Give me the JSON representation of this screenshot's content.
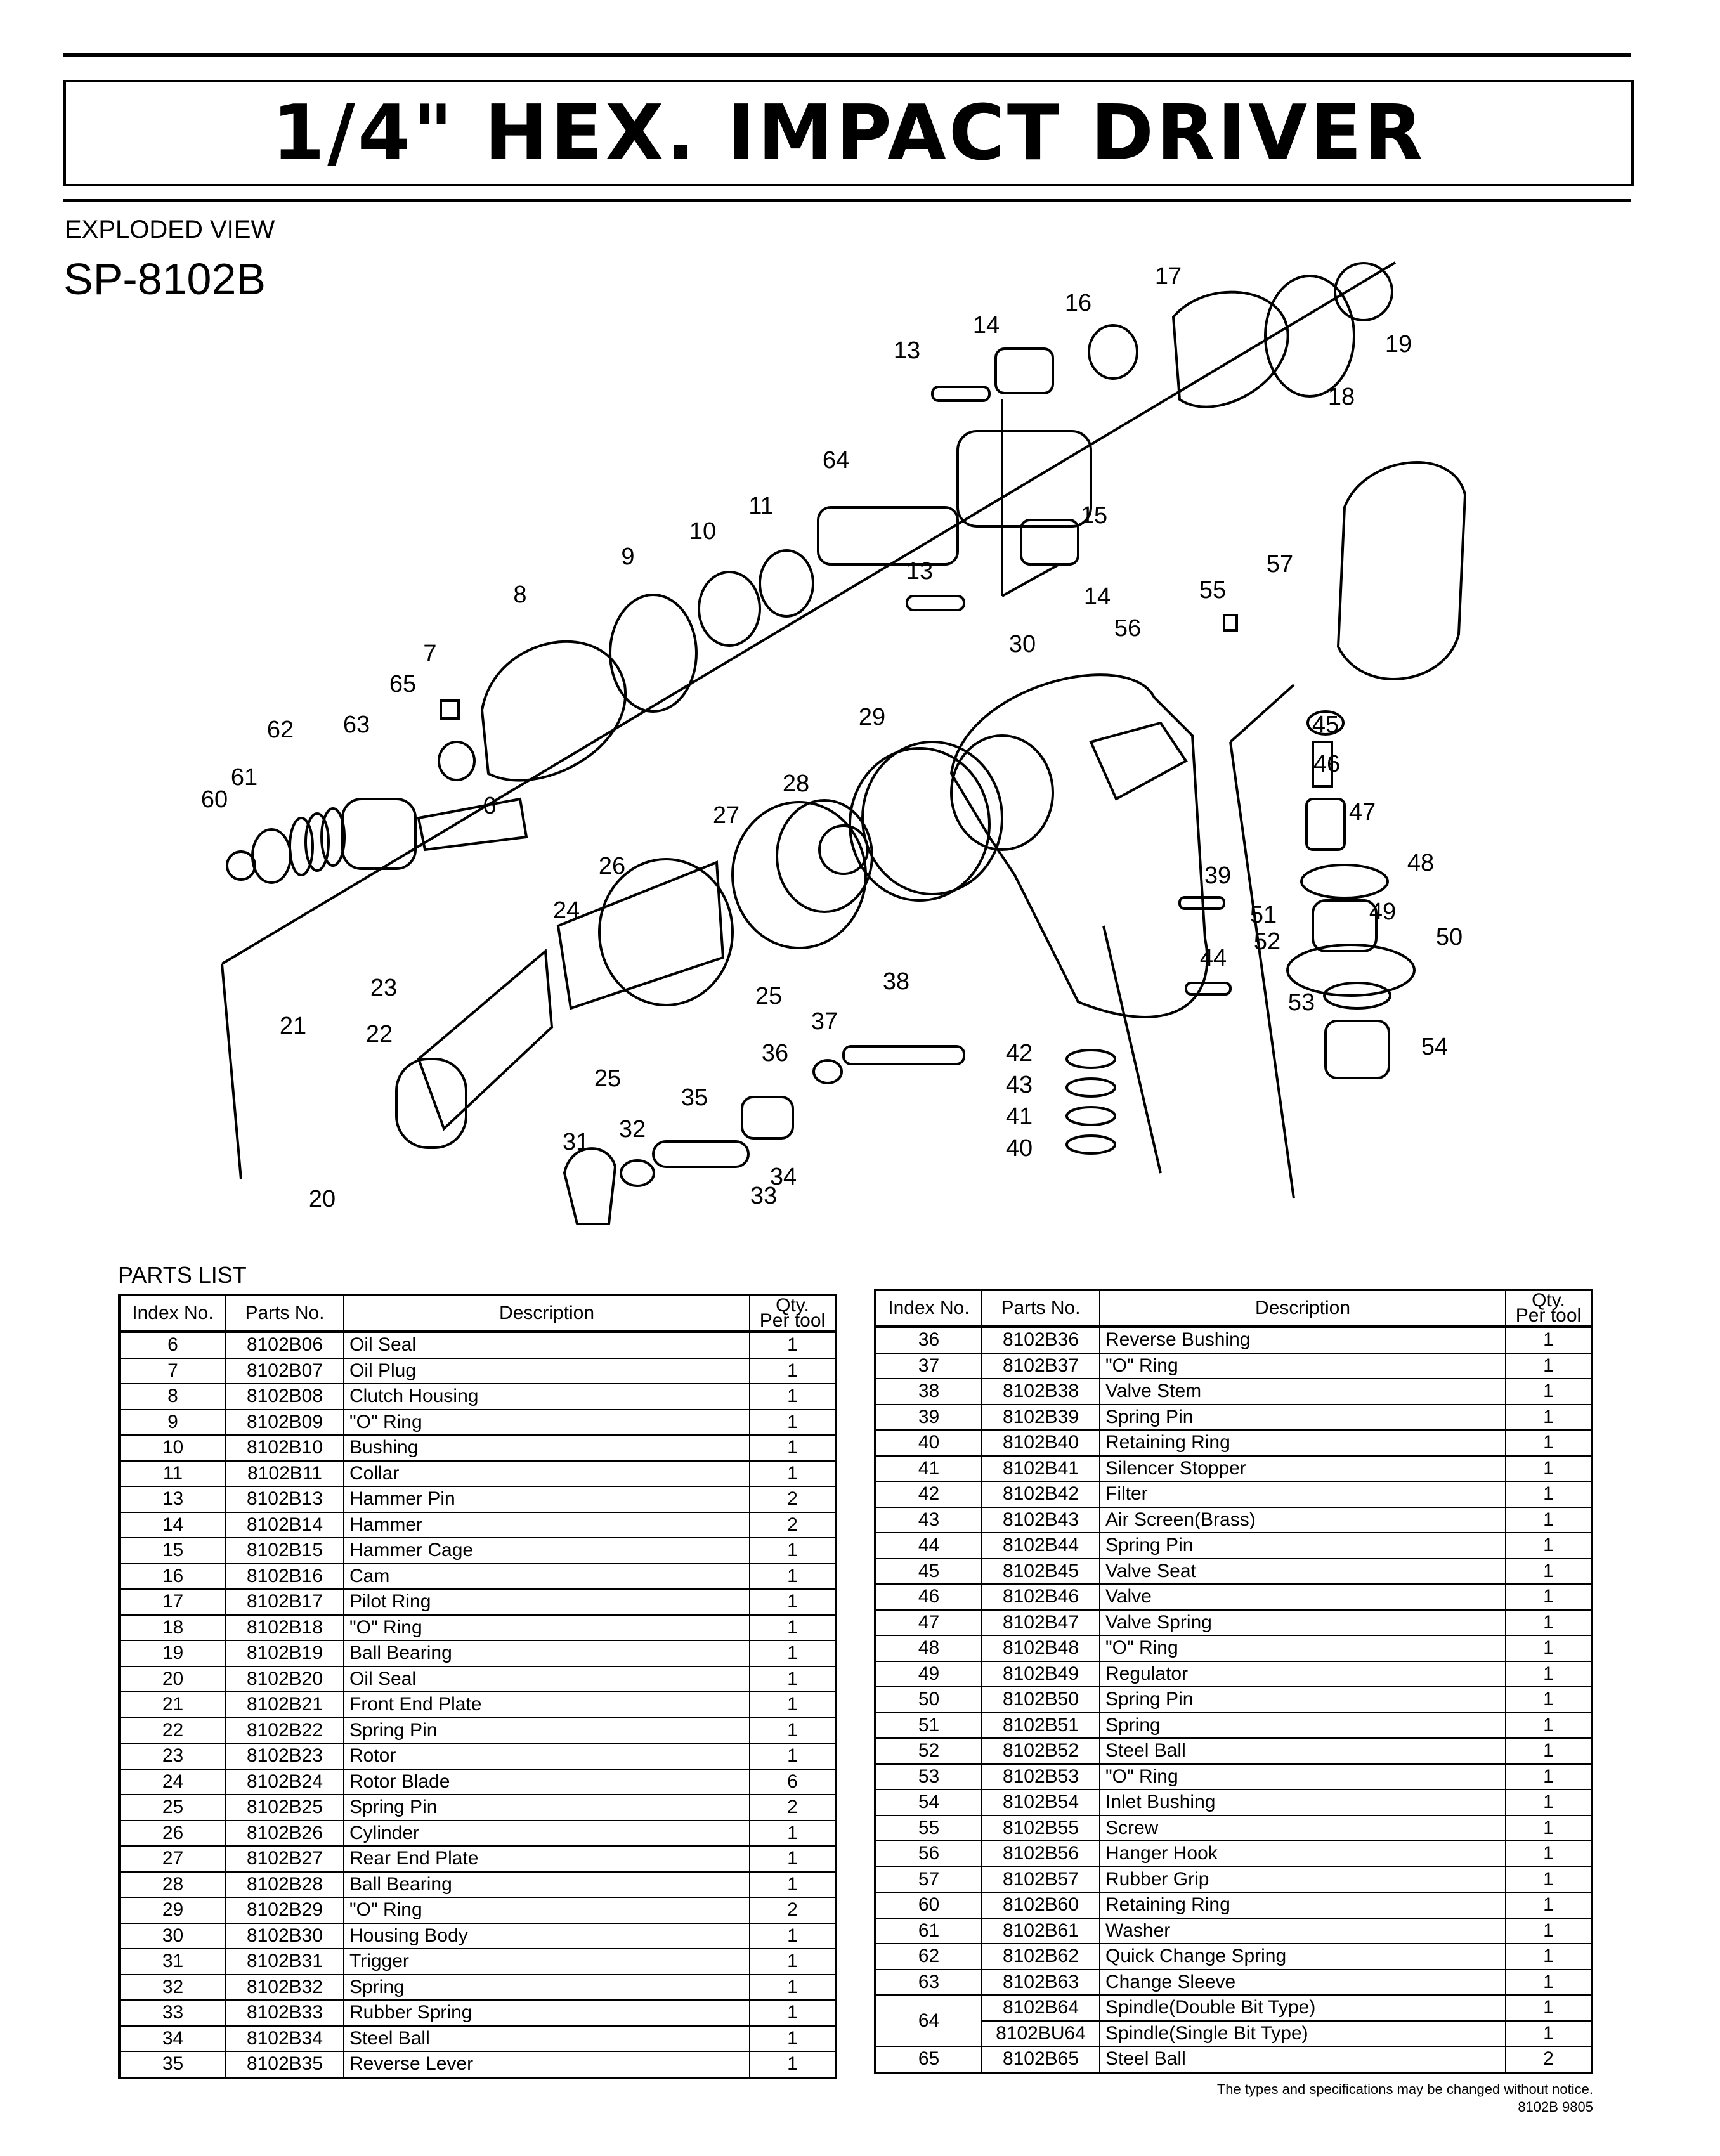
{
  "header": {
    "title": "1/4\" HEX. IMPACT DRIVER",
    "section": "EXPLODED VIEW",
    "model": "SP-8102B"
  },
  "diagram_labels": [
    "13",
    "14",
    "16",
    "17",
    "19",
    "18",
    "64",
    "15",
    "11",
    "10",
    "13",
    "14",
    "9",
    "8",
    "57",
    "55",
    "56",
    "30",
    "7",
    "65",
    "45",
    "62",
    "63",
    "46",
    "6",
    "29",
    "28",
    "60",
    "61",
    "47",
    "27",
    "48",
    "26",
    "24",
    "39",
    "51",
    "49",
    "50",
    "52",
    "25",
    "23",
    "38",
    "44",
    "53",
    "21",
    "22",
    "37",
    "36",
    "42",
    "54",
    "25",
    "35",
    "43",
    "41",
    "31",
    "32",
    "40",
    "34",
    "33",
    "20"
  ],
  "parts_list": {
    "title": "PARTS LIST",
    "columns": [
      "Index No.",
      "Parts No.",
      "Description",
      "Qty.",
      "Per tool"
    ],
    "left_rows": [
      [
        "6",
        "8102B06",
        "Oil Seal",
        "1"
      ],
      [
        "7",
        "8102B07",
        "Oil Plug",
        "1"
      ],
      [
        "8",
        "8102B08",
        "Clutch Housing",
        "1"
      ],
      [
        "9",
        "8102B09",
        "\"O\" Ring",
        "1"
      ],
      [
        "10",
        "8102B10",
        "Bushing",
        "1"
      ],
      [
        "11",
        "8102B11",
        "Collar",
        "1"
      ],
      [
        "13",
        "8102B13",
        "Hammer Pin",
        "2"
      ],
      [
        "14",
        "8102B14",
        "Hammer",
        "2"
      ],
      [
        "15",
        "8102B15",
        "Hammer Cage",
        "1"
      ],
      [
        "16",
        "8102B16",
        "Cam",
        "1"
      ],
      [
        "17",
        "8102B17",
        "Pilot Ring",
        "1"
      ],
      [
        "18",
        "8102B18",
        "\"O\" Ring",
        "1"
      ],
      [
        "19",
        "8102B19",
        "Ball Bearing",
        "1"
      ],
      [
        "20",
        "8102B20",
        "Oil Seal",
        "1"
      ],
      [
        "21",
        "8102B21",
        "Front End Plate",
        "1"
      ],
      [
        "22",
        "8102B22",
        "Spring Pin",
        "1"
      ],
      [
        "23",
        "8102B23",
        "Rotor",
        "1"
      ],
      [
        "24",
        "8102B24",
        "Rotor Blade",
        "6"
      ],
      [
        "25",
        "8102B25",
        "Spring Pin",
        "2"
      ],
      [
        "26",
        "8102B26",
        "Cylinder",
        "1"
      ],
      [
        "27",
        "8102B27",
        "Rear End Plate",
        "1"
      ],
      [
        "28",
        "8102B28",
        "Ball Bearing",
        "1"
      ],
      [
        "29",
        "8102B29",
        "\"O\" Ring",
        "2"
      ],
      [
        "30",
        "8102B30",
        "Housing Body",
        "1"
      ],
      [
        "31",
        "8102B31",
        "Trigger",
        "1"
      ],
      [
        "32",
        "8102B32",
        "Spring",
        "1"
      ],
      [
        "33",
        "8102B33",
        "Rubber Spring",
        "1"
      ],
      [
        "34",
        "8102B34",
        "Steel Ball",
        "1"
      ],
      [
        "35",
        "8102B35",
        "Reverse Lever",
        "1"
      ]
    ],
    "right_rows": [
      [
        "36",
        "8102B36",
        "Reverse Bushing",
        "1"
      ],
      [
        "37",
        "8102B37",
        "\"O\" Ring",
        "1"
      ],
      [
        "38",
        "8102B38",
        "Valve Stem",
        "1"
      ],
      [
        "39",
        "8102B39",
        "Spring Pin",
        "1"
      ],
      [
        "40",
        "8102B40",
        "Retaining Ring",
        "1"
      ],
      [
        "41",
        "8102B41",
        "Silencer Stopper",
        "1"
      ],
      [
        "42",
        "8102B42",
        "Filter",
        "1"
      ],
      [
        "43",
        "8102B43",
        "Air Screen(Brass)",
        "1"
      ],
      [
        "44",
        "8102B44",
        "Spring Pin",
        "1"
      ],
      [
        "45",
        "8102B45",
        "Valve Seat",
        "1"
      ],
      [
        "46",
        "8102B46",
        "Valve",
        "1"
      ],
      [
        "47",
        "8102B47",
        "Valve Spring",
        "1"
      ],
      [
        "48",
        "8102B48",
        "\"O\" Ring",
        "1"
      ],
      [
        "49",
        "8102B49",
        "Regulator",
        "1"
      ],
      [
        "50",
        "8102B50",
        "Spring Pin",
        "1"
      ],
      [
        "51",
        "8102B51",
        "Spring",
        "1"
      ],
      [
        "52",
        "8102B52",
        "Steel Ball",
        "1"
      ],
      [
        "53",
        "8102B53",
        "\"O\" Ring",
        "1"
      ],
      [
        "54",
        "8102B54",
        "Inlet Bushing",
        "1"
      ],
      [
        "55",
        "8102B55",
        "Screw",
        "1"
      ],
      [
        "56",
        "8102B56",
        "Hanger Hook",
        "1"
      ],
      [
        "57",
        "8102B57",
        "Rubber Grip",
        "1"
      ],
      [
        "60",
        "8102B60",
        "Retaining Ring",
        "1"
      ],
      [
        "61",
        "8102B61",
        "Washer",
        "1"
      ],
      [
        "62",
        "8102B62",
        "Quick Change Spring",
        "1"
      ],
      [
        "63",
        "8102B63",
        "Change Sleeve",
        "1"
      ],
      [
        "64",
        "8102B64",
        "Spindle(Double Bit Type)",
        "1"
      ],
      [
        "",
        "8102BU64",
        "Spindle(Single Bit Type)",
        "1"
      ],
      [
        "65",
        "8102B65",
        "Steel Ball",
        "2"
      ]
    ]
  },
  "footer": {
    "note": "The types and specifications may be changed without notice.",
    "code": "8102B 9805"
  }
}
